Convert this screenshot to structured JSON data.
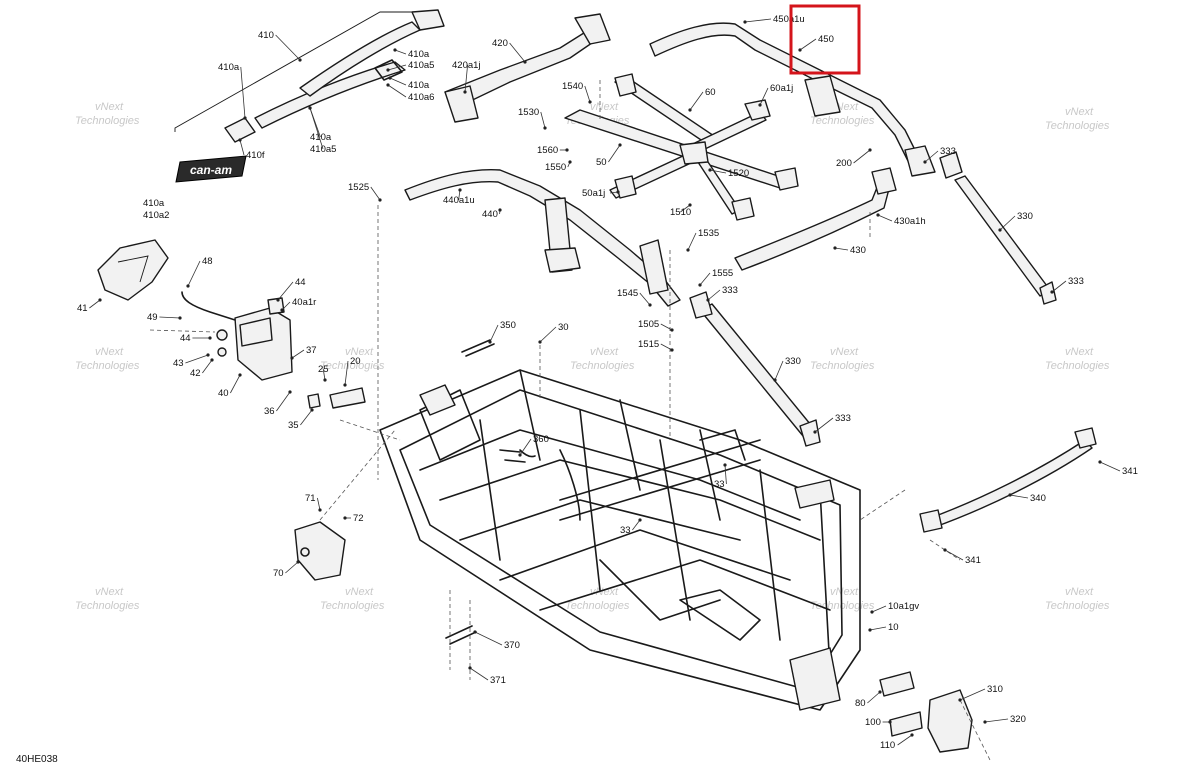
{
  "diagram_code": "40HE038",
  "watermark": {
    "line1": "vNext",
    "line2": "Technologies"
  },
  "logo": {
    "text": "can-am"
  },
  "highlight": {
    "part": "450",
    "color": "#d4141b"
  },
  "labels": [
    "410",
    "410a",
    "410a",
    "410a5",
    "410a",
    "410a6",
    "410f",
    "410a",
    "410a5",
    "410a",
    "410a2",
    "420",
    "420a1j",
    "450a1u",
    "450",
    "60",
    "60a1j",
    "1540",
    "1530",
    "1560",
    "1550",
    "50",
    "50a1j",
    "1520",
    "1510",
    "200",
    "333",
    "430a1h",
    "330",
    "430",
    "333",
    "1525",
    "440a1u",
    "440",
    "1535",
    "1555",
    "1545",
    "333",
    "1505",
    "1515",
    "330",
    "333",
    "48",
    "41",
    "49",
    "44",
    "40a1r",
    "44",
    "43",
    "42",
    "37",
    "25",
    "20",
    "40",
    "36",
    "35",
    "350",
    "30",
    "360",
    "33",
    "33",
    "341",
    "340",
    "341",
    "71",
    "72",
    "70",
    "10a1gv",
    "10",
    "370",
    "371",
    "310",
    "80",
    "100",
    "320",
    "110"
  ]
}
